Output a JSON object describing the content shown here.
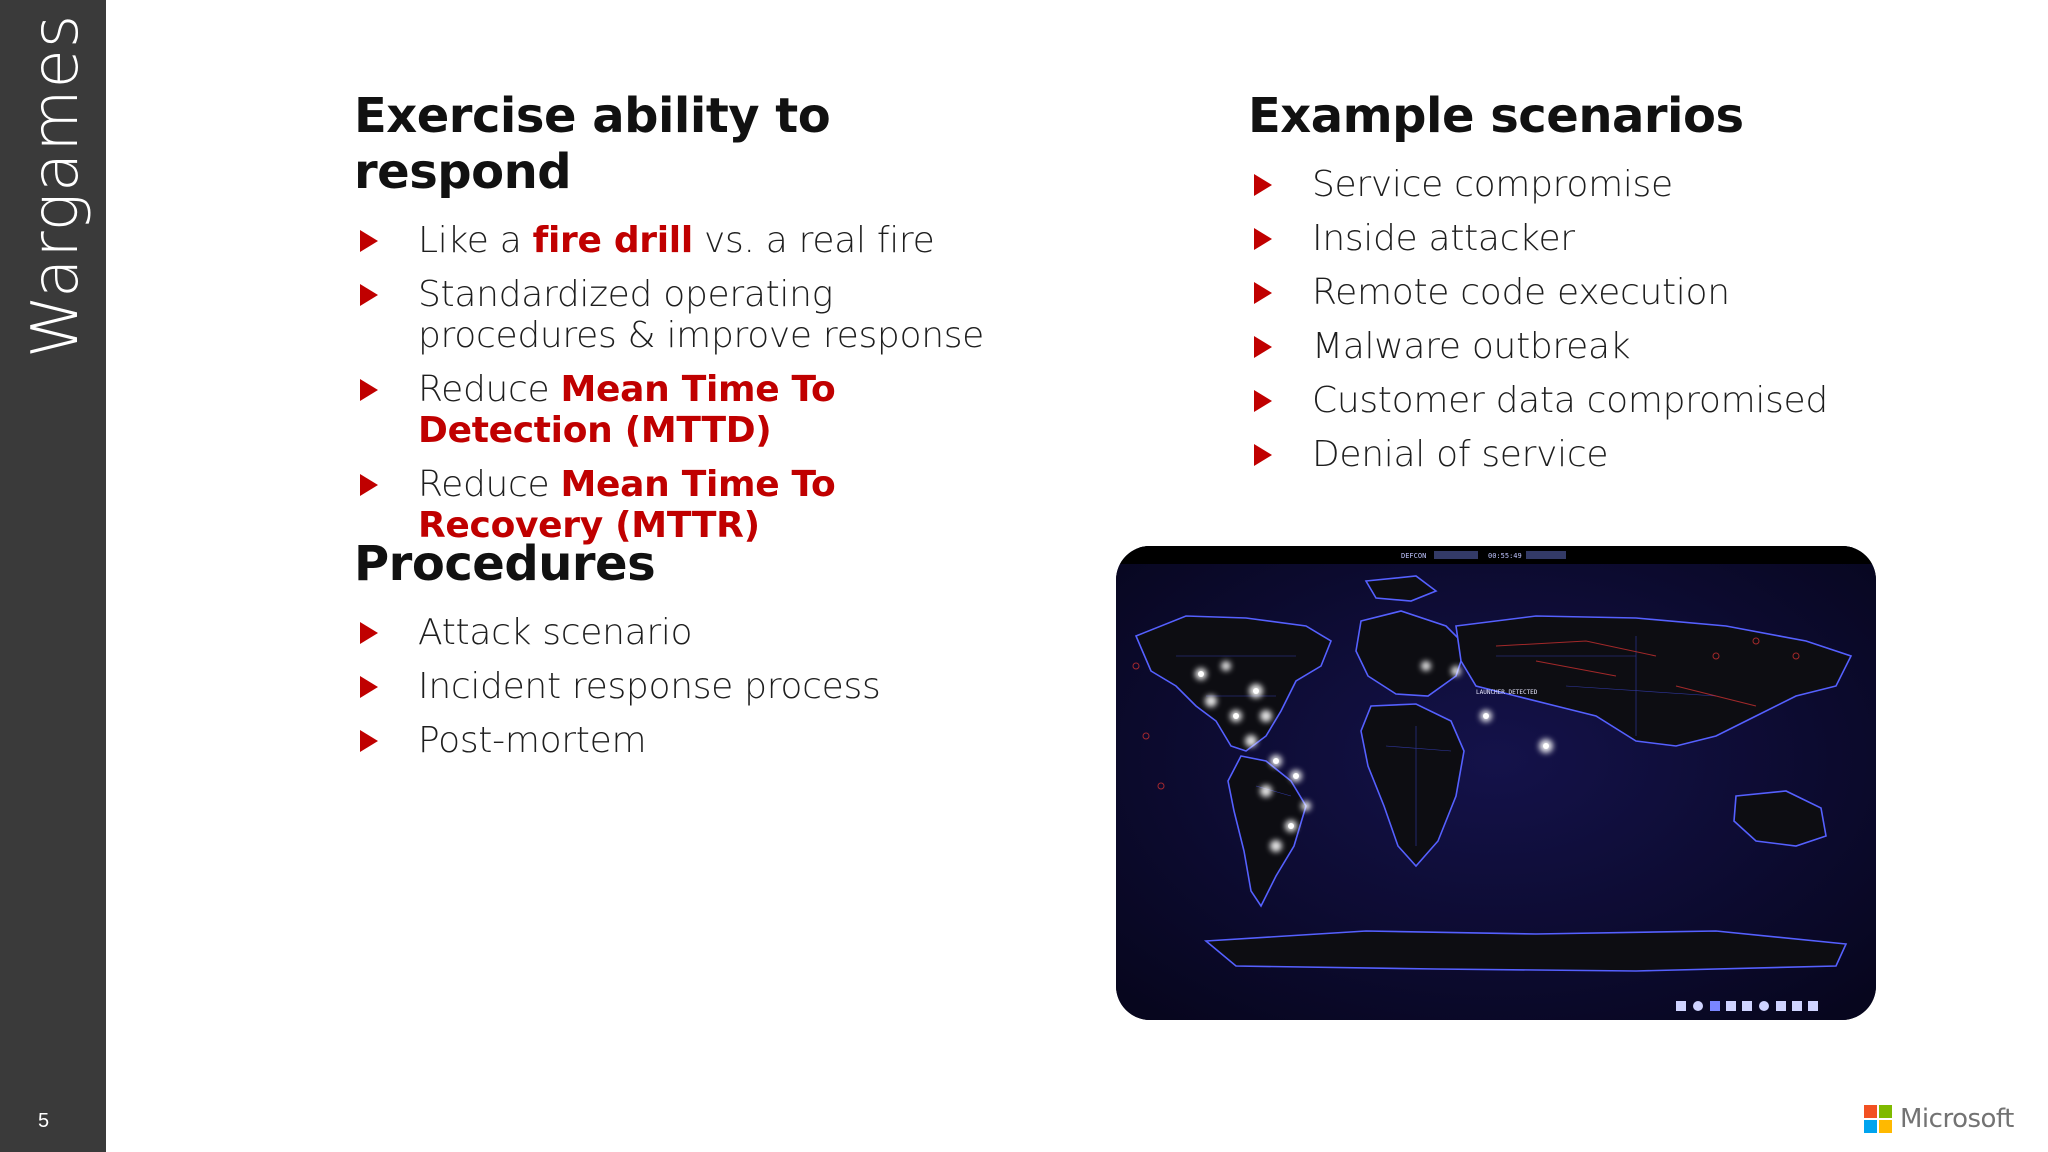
{
  "sidebar": {
    "title": "Wargames",
    "slide_number": "5"
  },
  "sections": {
    "exercise": {
      "heading": "Exercise ability to respond",
      "items": [
        {
          "pre": "Like a ",
          "hl": "fire drill",
          "post": " vs. a real fire"
        },
        {
          "line1": "Standardized operating",
          "line2": "procedures & improve response"
        },
        {
          "pre": "Reduce ",
          "hl1": "Mean Time To",
          "hl2": "Detection (MTTD)"
        },
        {
          "pre": "Reduce ",
          "hl1": "Mean Time To",
          "hl2": "Recovery (MTTR)"
        }
      ]
    },
    "procedures": {
      "heading": "Procedures",
      "items": [
        "Attack scenario",
        "Incident response process",
        "Post-mortem"
      ]
    },
    "scenarios": {
      "heading": "Example scenarios",
      "items": [
        "Service compromise",
        "Inside attacker",
        "Remote code execution",
        "Malware outbreak",
        "Customer data compromised",
        "Denial of service"
      ]
    }
  },
  "map": {
    "hud": {
      "defcon": "DEFCON",
      "timer": "00:55:49"
    },
    "labels": {
      "launch": "LAUNCHER DETECTED"
    }
  },
  "brand": {
    "name": "Microsoft",
    "colors": {
      "red": "#f25022",
      "green": "#7fba00",
      "blue": "#00a4ef",
      "yellow": "#ffb900"
    }
  },
  "accent": "#c00000"
}
